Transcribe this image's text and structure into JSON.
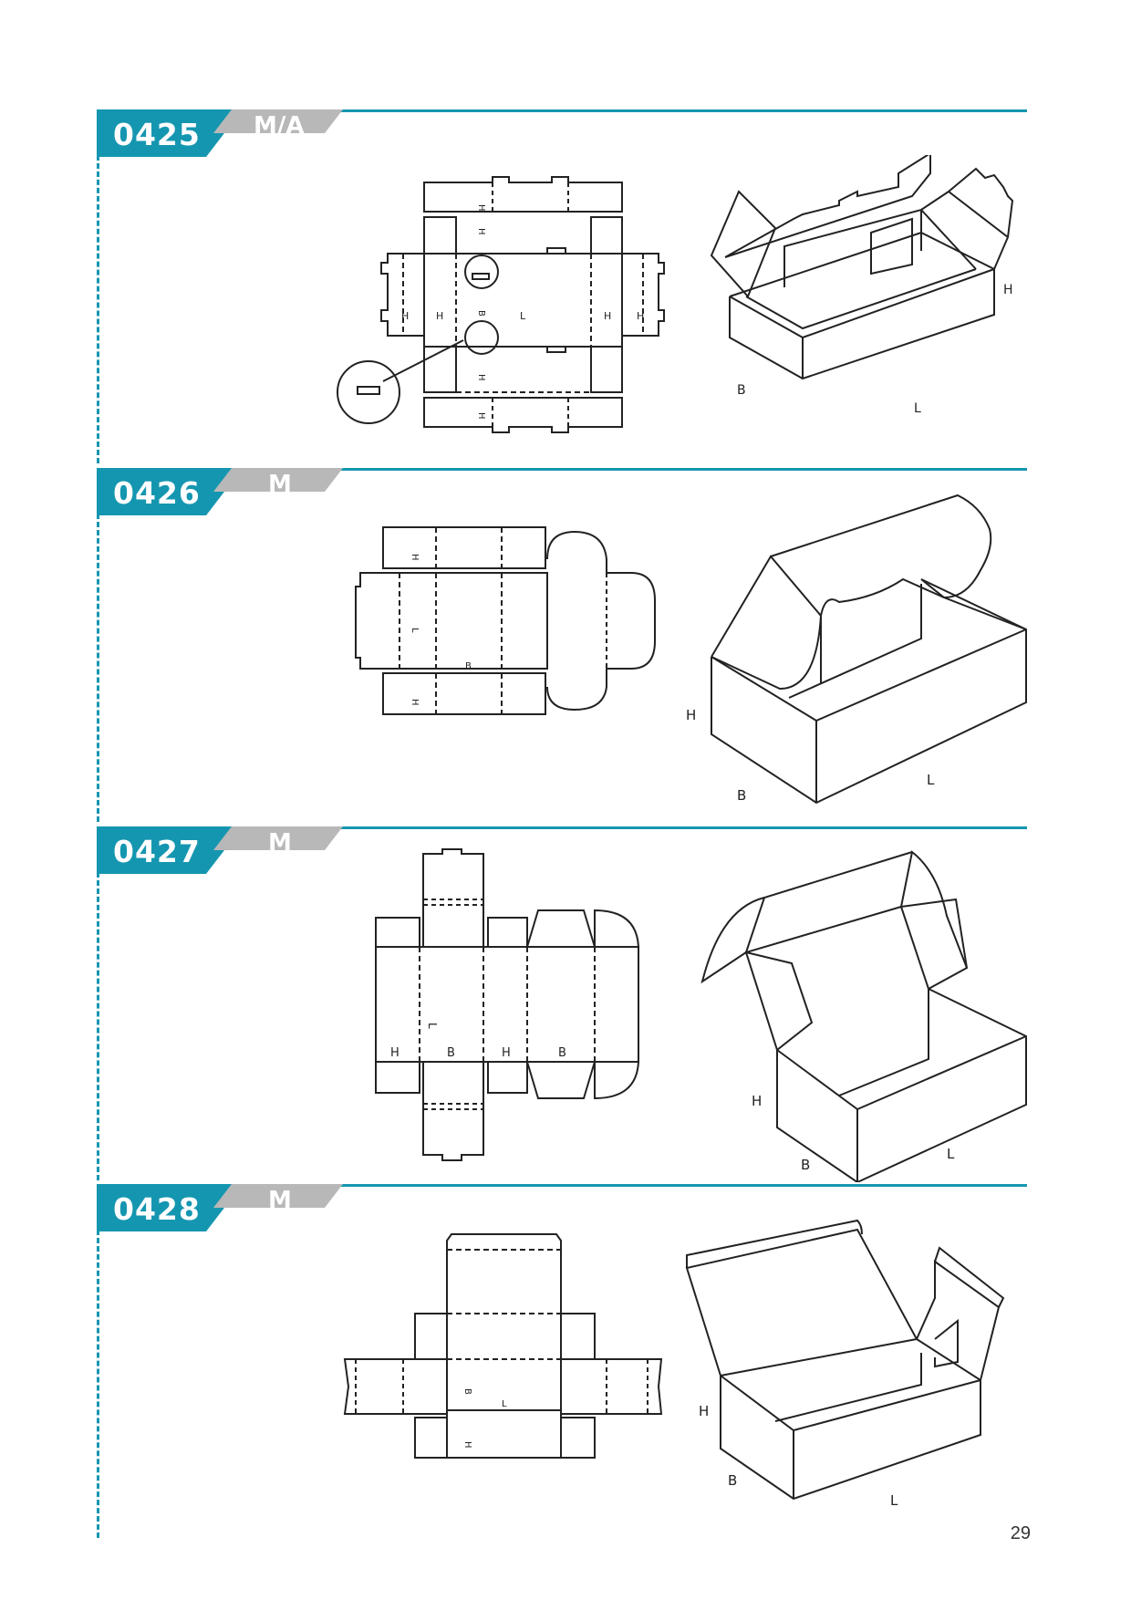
{
  "colors": {
    "accent": "#1596b0",
    "category_bg": "#b8b8b8",
    "line": "#222222"
  },
  "sections": [
    {
      "code": "0425",
      "category": "M/A",
      "dims": {
        "H": "H",
        "B": "B",
        "L": "L"
      }
    },
    {
      "code": "0426",
      "category": "M",
      "dims": {
        "H": "H",
        "B": "B",
        "L": "L"
      }
    },
    {
      "code": "0427",
      "category": "M",
      "dims": {
        "H": "H",
        "B": "B",
        "L": "L"
      }
    },
    {
      "code": "0428",
      "category": "M",
      "dims": {
        "H": "H",
        "B": "B",
        "L": "L"
      }
    }
  ],
  "page_number": "29"
}
